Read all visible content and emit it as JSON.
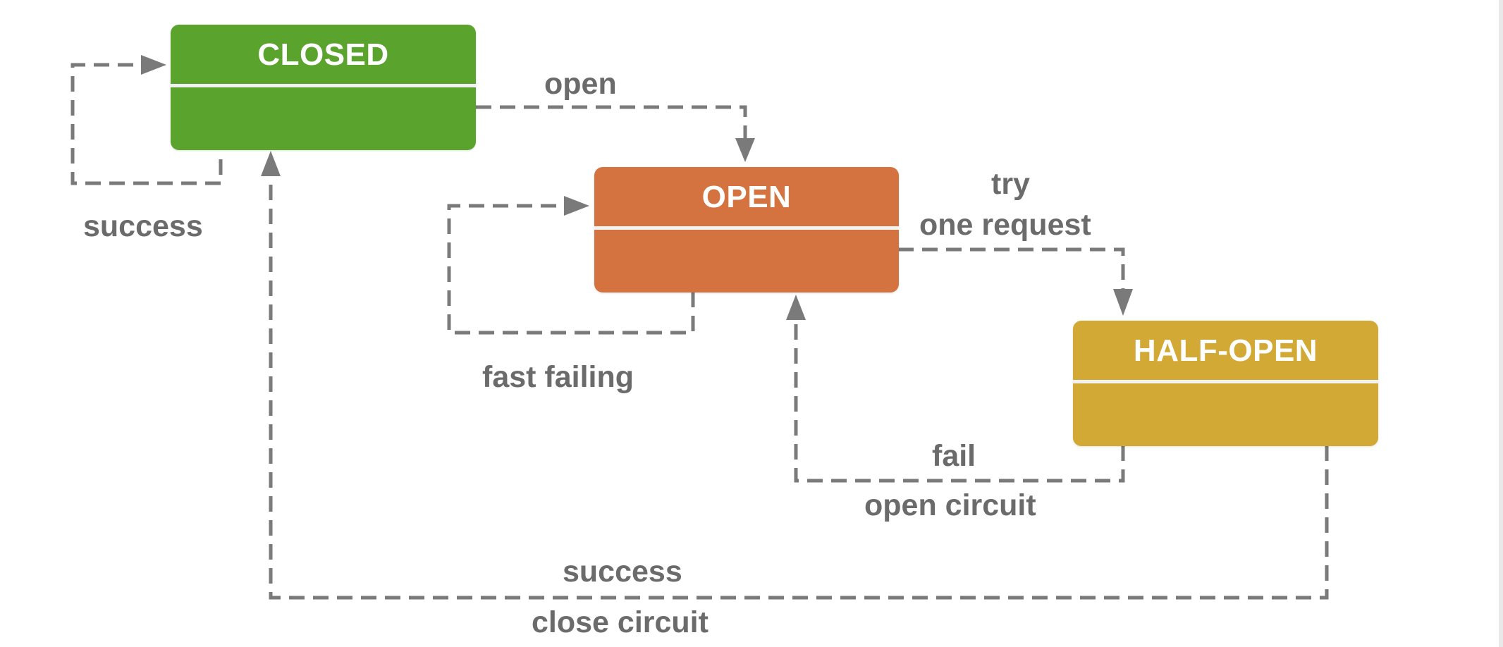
{
  "colors": {
    "closed": "#5aa32d",
    "open": "#d4733f",
    "half_open": "#d2a935",
    "edge": "#7a7a7a",
    "label": "#6b6b6b"
  },
  "states": {
    "closed": {
      "title": "CLOSED"
    },
    "open": {
      "title": "OPEN"
    },
    "half_open": {
      "title": "HALF-OPEN"
    }
  },
  "transitions": {
    "closed_self": {
      "label": "success"
    },
    "closed_to_open": {
      "label": "open"
    },
    "open_self": {
      "label": "fast failing"
    },
    "open_to_half_open": {
      "line1": "try",
      "line2": "one request"
    },
    "half_open_to_open": {
      "line1": "fail",
      "line2": "open circuit"
    },
    "half_open_to_closed": {
      "line1": "success",
      "line2": "close circuit"
    }
  }
}
